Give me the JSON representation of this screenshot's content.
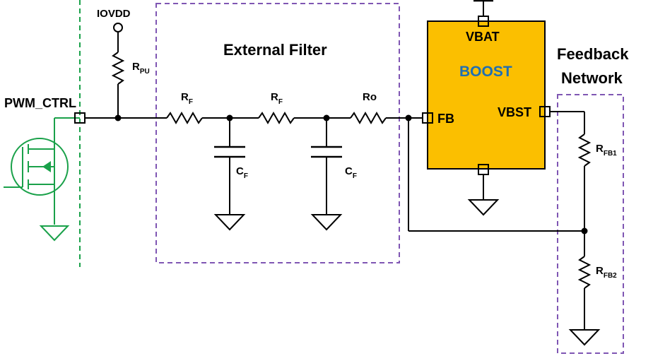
{
  "labels": {
    "pwm_ctrl": "PWM_CTRL",
    "iovdd": "IOVDD",
    "r_pu": "R",
    "r_pu_sub": "PU",
    "external_filter": "External Filter",
    "r_f1": "R",
    "r_f1_sub": "F",
    "r_f2": "R",
    "r_f2_sub": "F",
    "r_o": "Ro",
    "c_f1": "C",
    "c_f1_sub": "F",
    "c_f2": "C",
    "c_f2_sub": "F",
    "vbat": "VBAT",
    "boost": "BOOST",
    "fb": "FB",
    "vbst": "VBST",
    "feedback_line1": "Feedback",
    "feedback_line2": "Network",
    "r_fb1": "R",
    "r_fb1_sub": "FB1",
    "r_fb2": "R",
    "r_fb2_sub": "FB2"
  },
  "colors": {
    "boost_fill": "#fbbf00",
    "boost_text": "#1f6fb3",
    "dashed_box": "#7f56b3",
    "transistor": "#1aa14a"
  }
}
